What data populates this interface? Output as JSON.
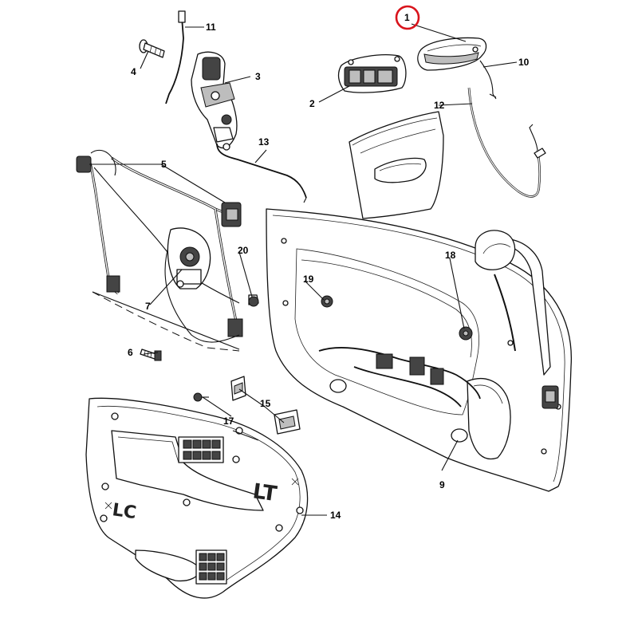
{
  "callouts": [
    "1",
    "2",
    "3",
    "4",
    "5",
    "6",
    "7",
    "9",
    "10",
    "11",
    "12",
    "13",
    "14",
    "15",
    "17",
    "18",
    "19",
    "20"
  ],
  "panel_stamps": {
    "lc": "LC",
    "lt": "LT"
  },
  "highlight": {
    "target": "1",
    "color": "#d9141c"
  }
}
